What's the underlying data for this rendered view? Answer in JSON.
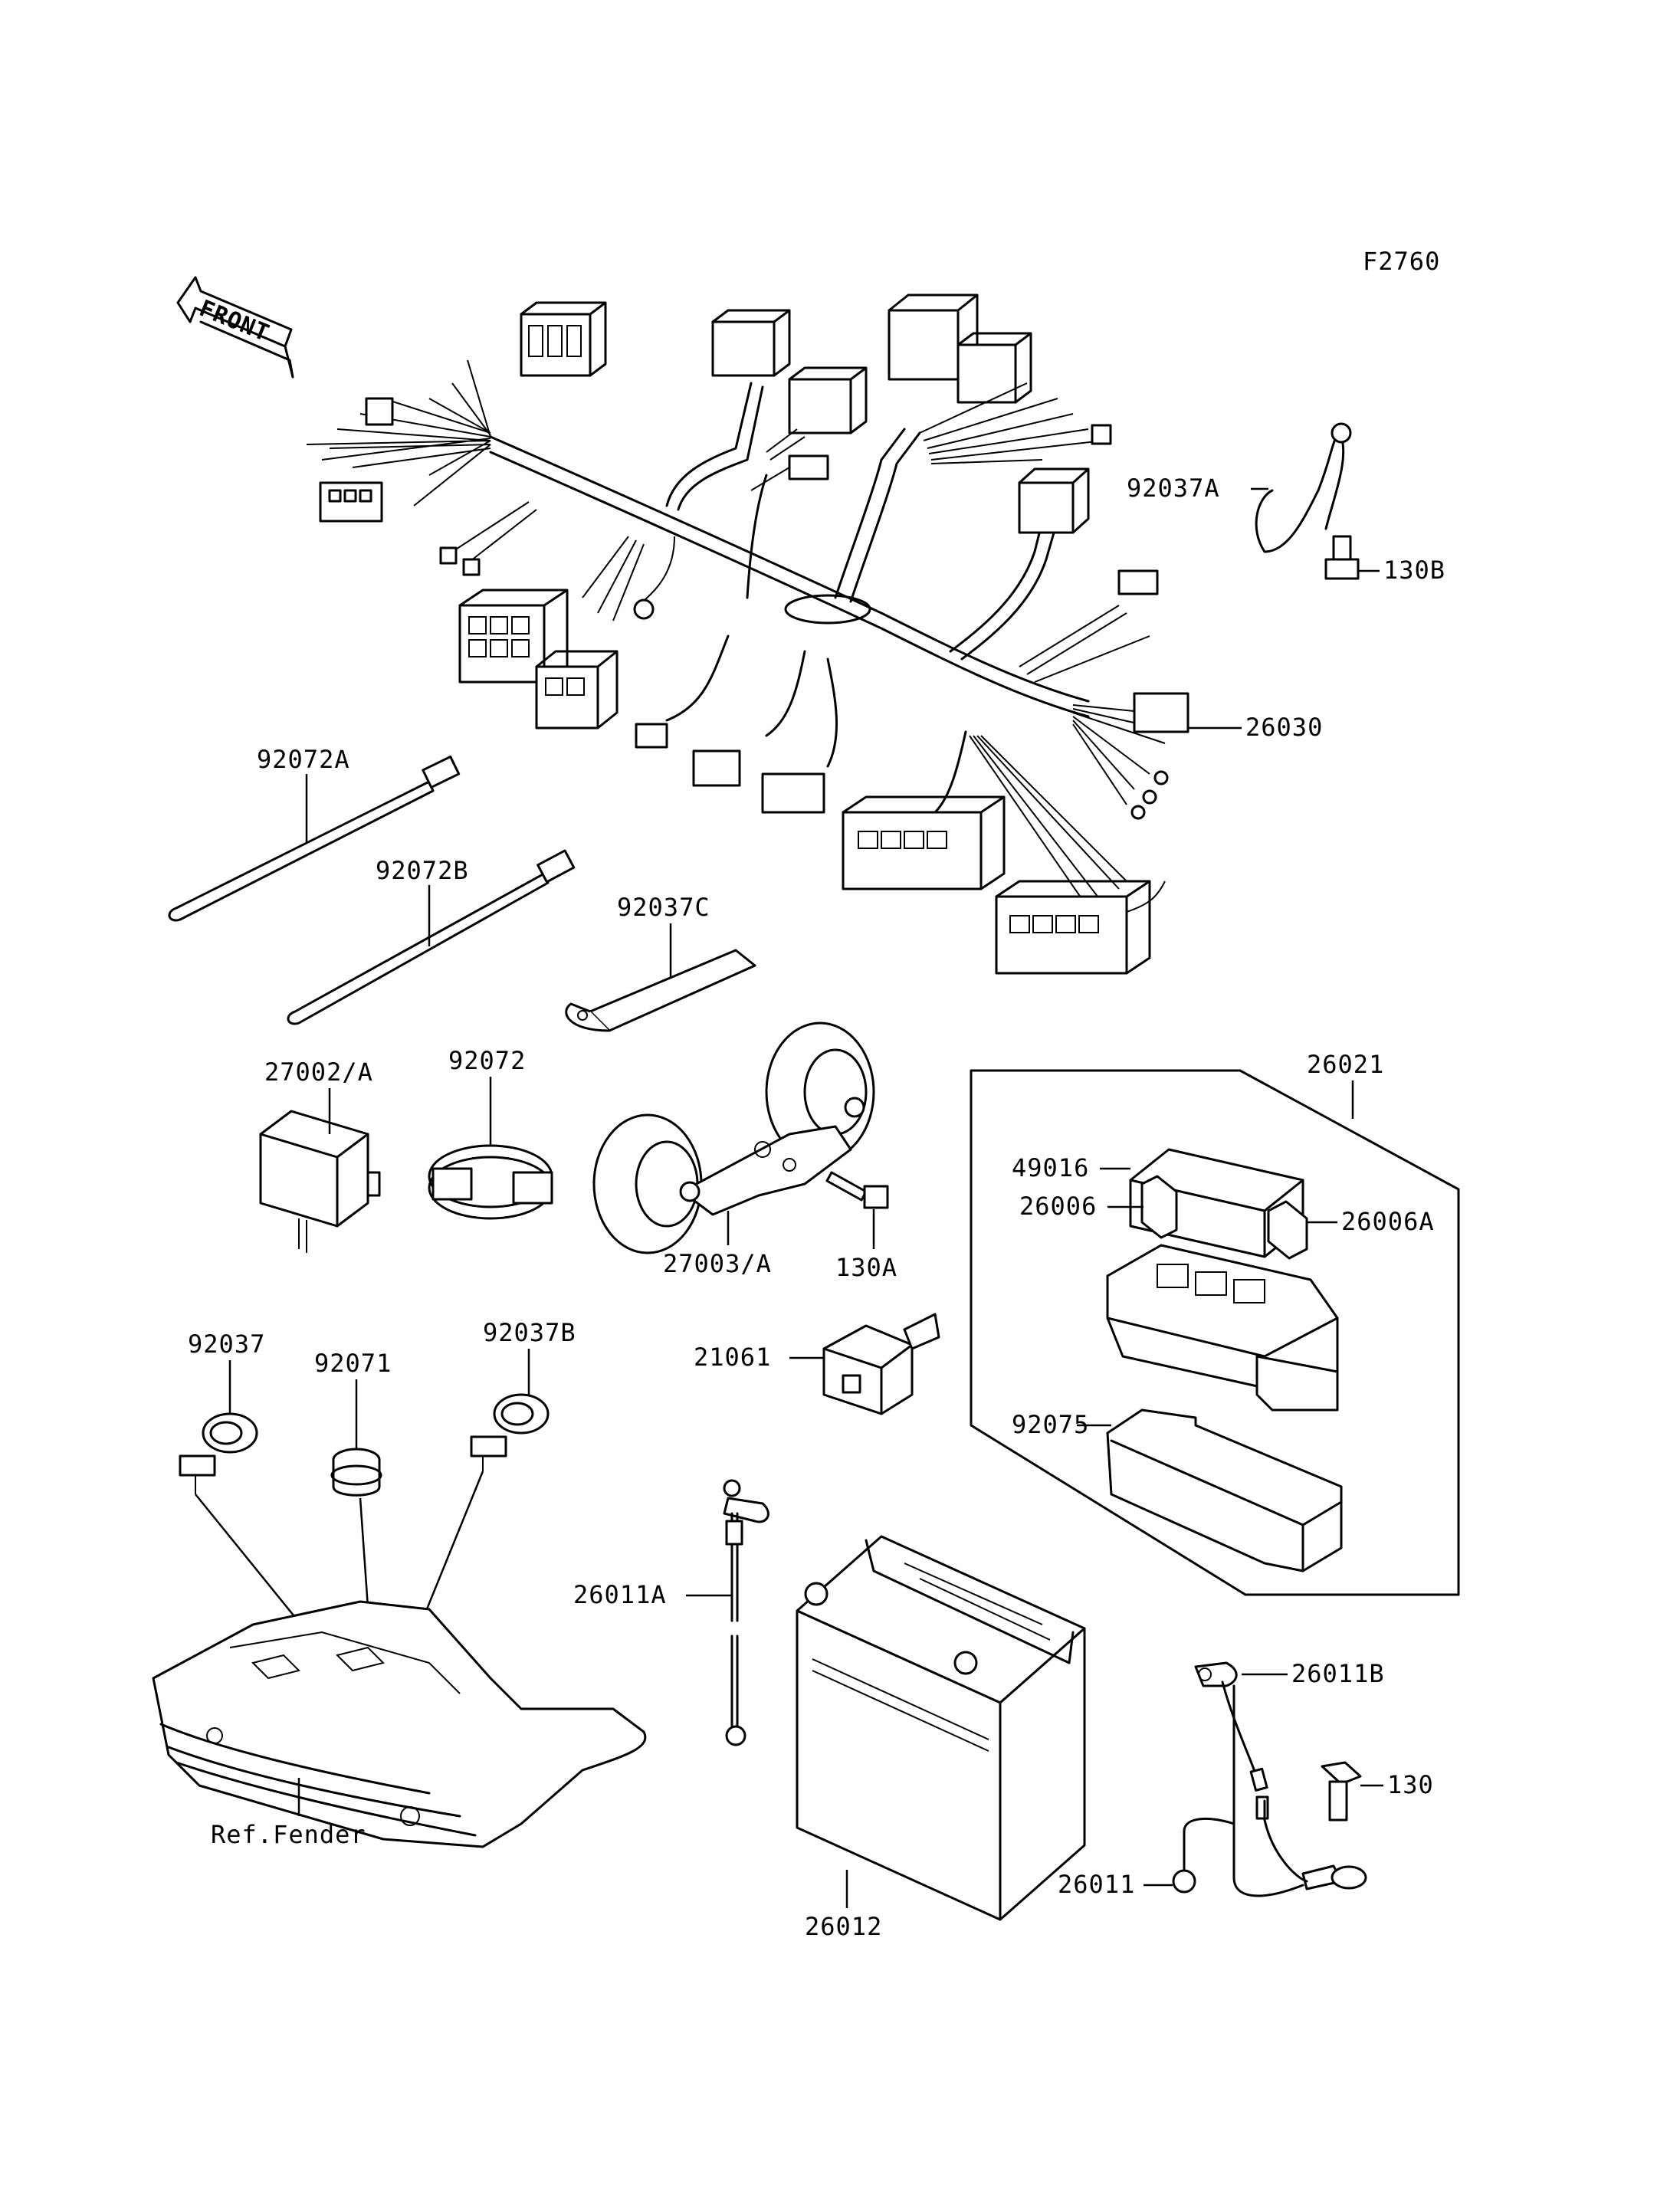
{
  "figure_code": "F2760",
  "front_label": "FRONT",
  "labels": {
    "p92037A": "92037A",
    "p130B": "130B",
    "p26030": "26030",
    "p92072A": "92072A",
    "p92072B": "92072B",
    "p92037C": "92037C",
    "p92072": "92072",
    "p27002A": "27002/A",
    "p27003A": "27003/A",
    "p130A": "130A",
    "p26021": "26021",
    "p49016": "49016",
    "p26006": "26006",
    "p26006A": "26006A",
    "p92075": "92075",
    "p21061": "21061",
    "p92037": "92037",
    "p92071": "92071",
    "p92037B": "92037B",
    "p26011A": "26011A",
    "p26011B": "26011B",
    "p130": "130",
    "p26011": "26011",
    "p26012": "26012",
    "ref_fender": "Ref.Fender"
  }
}
